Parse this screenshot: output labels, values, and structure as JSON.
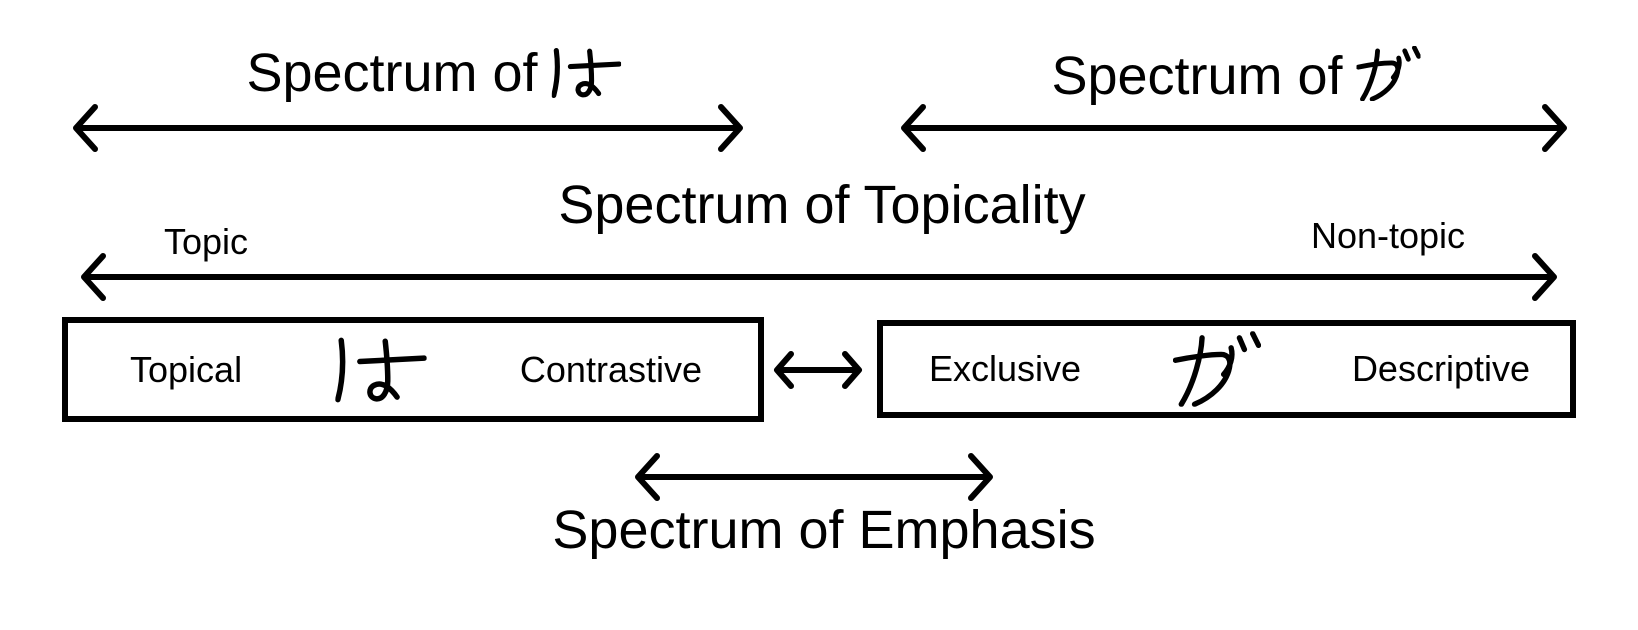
{
  "colors": {
    "background": "#ffffff",
    "ink": "#000000"
  },
  "diagram": {
    "wa_spectrum": {
      "title": "Spectrum of は",
      "title_text": "Spectrum of",
      "particle": "は"
    },
    "ga_spectrum": {
      "title": "Spectrum of が",
      "title_text": "Spectrum of",
      "particle": "が"
    },
    "topicality": {
      "title": "Spectrum of Topicality",
      "left_label": "Topic",
      "right_label": "Non-topic"
    },
    "wa_box": {
      "left_label": "Topical",
      "particle": "は",
      "right_label": "Contrastive"
    },
    "ga_box": {
      "left_label": "Exclusive",
      "particle": "が",
      "right_label": "Descriptive"
    },
    "emphasis": {
      "title": "Spectrum of Emphasis"
    }
  }
}
